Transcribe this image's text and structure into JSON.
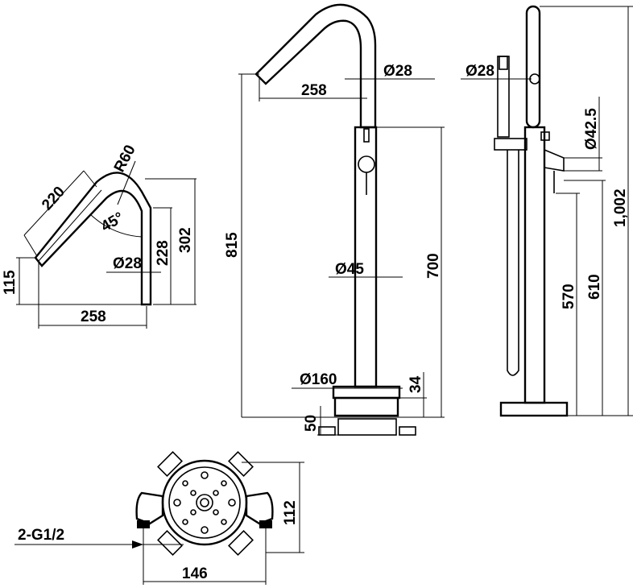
{
  "drawing": {
    "spout_detail": {
      "d_220": "220",
      "r_60": "R60",
      "angle_45": "45°",
      "d_302": "302",
      "d_228": "228",
      "d_o28": "Ø28",
      "d_115": "115",
      "d_258": "258"
    },
    "front_view": {
      "d_258": "258",
      "d_o28": "Ø28",
      "d_815": "815",
      "d_700": "700",
      "d_o45": "Ø45",
      "d_o160": "Ø160",
      "d_34": "34",
      "d_50": "50"
    },
    "side_view": {
      "d_o28": "Ø28",
      "d_o42_5": "Ø42.5",
      "d_1002": "1,002",
      "d_570": "570",
      "d_610": "610"
    },
    "base_plan": {
      "d_112": "112",
      "d_146": "146",
      "connection": "2-G1/2"
    }
  }
}
